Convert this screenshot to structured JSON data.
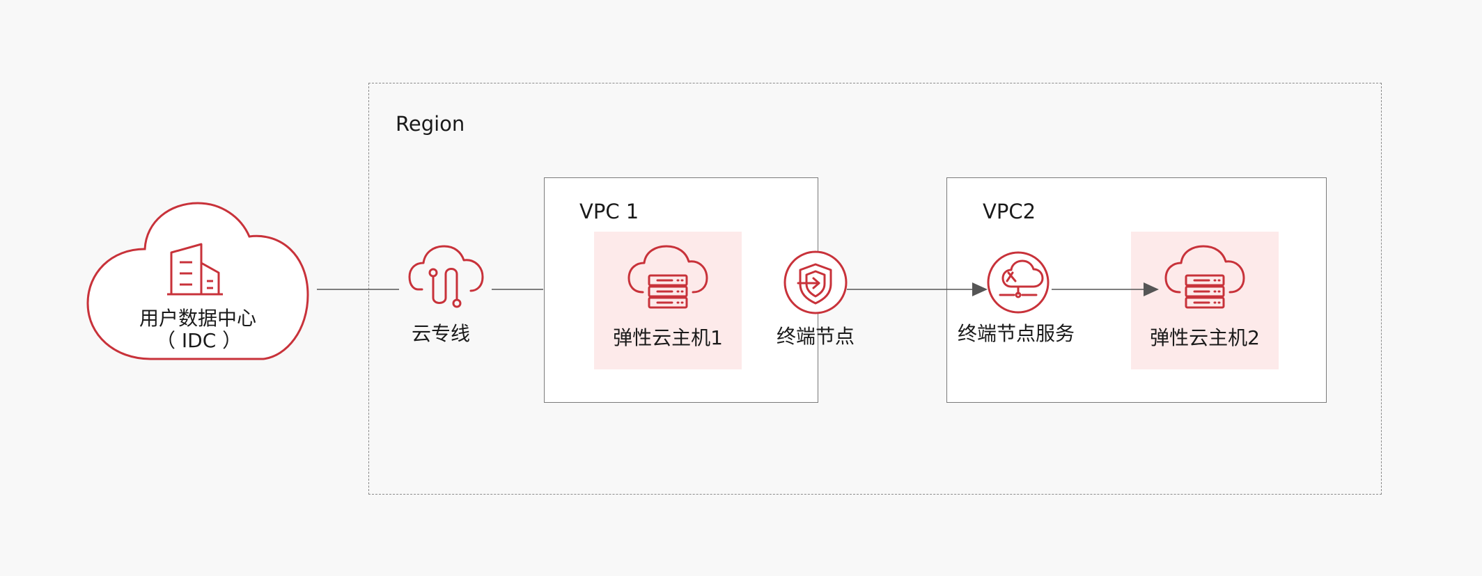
{
  "region": {
    "label": "Region"
  },
  "vpc1": {
    "label": "VPC 1"
  },
  "vpc2": {
    "label": "VPC2"
  },
  "idc": {
    "label_line1": "用户数据中心",
    "label_line2": "（ IDC ）"
  },
  "direct_connect": {
    "label": "云专线"
  },
  "ecs1": {
    "label": "弹性云主机1"
  },
  "endpoint": {
    "label": "终端节点"
  },
  "endpoint_service": {
    "label": "终端节点服务"
  },
  "ecs2": {
    "label": "弹性云主机2"
  },
  "colors": {
    "accent": "#c8323a",
    "ecs_background": "#fdeaea",
    "line": "#555555",
    "page_background": "#f8f8f8"
  },
  "icons": {
    "idc": "building-icon",
    "direct_connect": "cloud-connection-icon",
    "ecs": "cloud-server-icon",
    "endpoint": "shield-icon",
    "endpoint_service": "cloud-service-icon"
  }
}
